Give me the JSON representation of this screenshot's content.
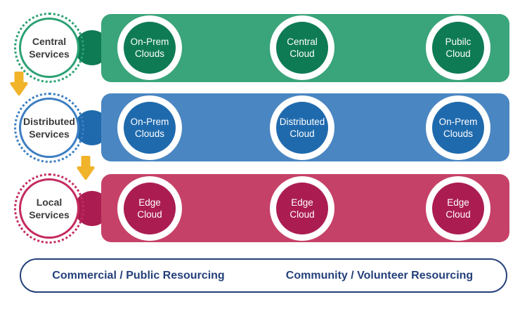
{
  "palette": {
    "background": "#ffffff",
    "arrow": "#F0B32A",
    "navy": "#24407A",
    "service_text": "#3B3B3B",
    "cloud_text": "#ffffff"
  },
  "rows": [
    {
      "service_label": "Central\nServices",
      "bar_color": "#3AA47A",
      "node_color": "#0E7B54",
      "ring_color": "#2BA273",
      "clouds": [
        "On-Prem\nClouds",
        "Central\nCloud",
        "Pubilc\nCloud"
      ]
    },
    {
      "service_label": "Distributed\nServices",
      "bar_color": "#4A86C2",
      "node_color": "#1F6AAD",
      "ring_color": "#3D7EC2",
      "clouds": [
        "On-Prem\nClouds",
        "Distributed\nCloud",
        "On-Prem\nClouds"
      ]
    },
    {
      "service_label": "Local\nServices",
      "bar_color": "#C64168",
      "node_color": "#AB1D51",
      "ring_color": "#C42A5D",
      "clouds": [
        "Edge\nCloud",
        "Edge\nCloud",
        "Edge\nCloud"
      ]
    }
  ],
  "footer": {
    "left_label": "Commercial / Public Resourcing",
    "right_label": "Community / Volunteer Resourcing"
  }
}
